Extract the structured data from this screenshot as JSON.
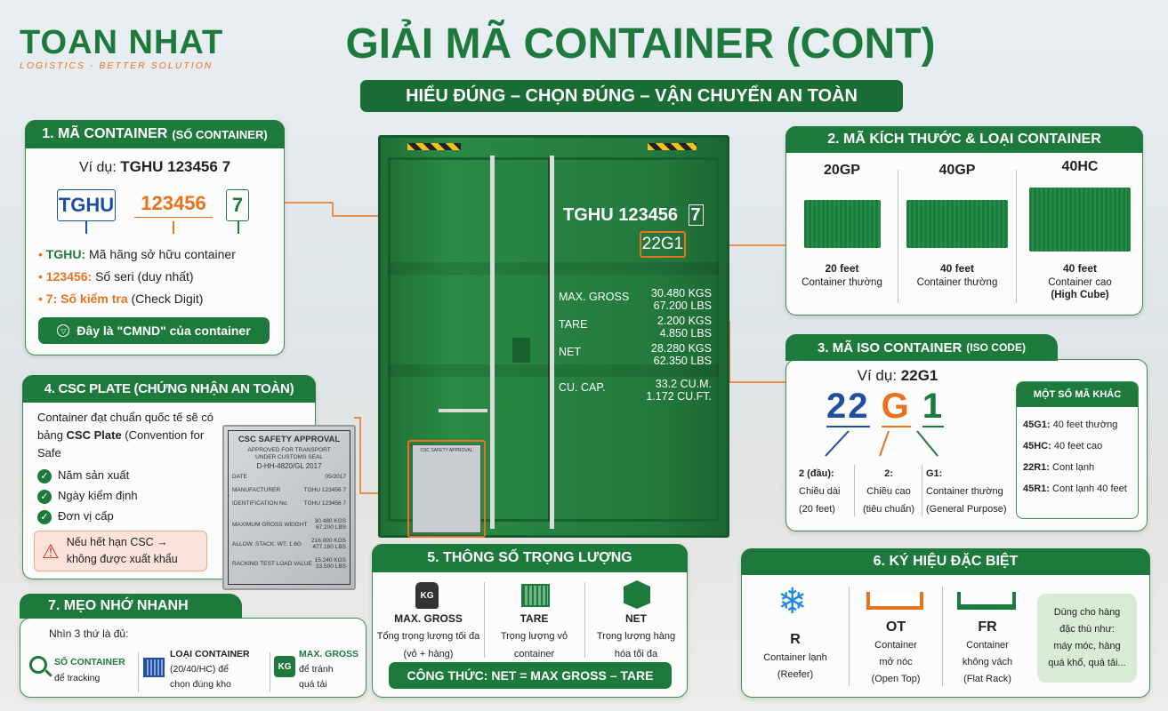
{
  "logo": {
    "name": "TOAN NHAT",
    "tagline": "LOGISTICS - BETTER SOLUTION"
  },
  "title": "GIẢI MÃ CONTAINER (CONT)",
  "subtitle": "HIỂU ĐÚNG – CHỌN ĐÚNG – VẬN CHUYỂN AN TOÀN",
  "colors": {
    "green": "#1e7a3c",
    "orange": "#e8731e",
    "blue": "#1f4fa0"
  },
  "s1": {
    "title": "1. MÃ CONTAINER",
    "title_small": "(SỐ CONTAINER)",
    "example_label": "Ví dụ:",
    "example": "TGHU 123456 7",
    "parts": [
      "TGHU",
      "123456",
      "7"
    ],
    "items": [
      {
        "key": "TGHU:",
        "text": "Mã hãng sở hữu container"
      },
      {
        "key": "123456:",
        "text": "Số seri (duy nhất)"
      },
      {
        "key": "7: Số kiểm tra",
        "text": "(Check Digit)"
      }
    ],
    "button": "Đây là \"CMND\" của container"
  },
  "s2": {
    "title": "2. MÃ KÍCH THƯỚC & LOẠI CONTAINER",
    "types": [
      {
        "code": "20GP",
        "size": "20 feet",
        "desc": "Container thường",
        "extra": ""
      },
      {
        "code": "40GP",
        "size": "40 feet",
        "desc": "Container thường",
        "extra": ""
      },
      {
        "code": "40HC",
        "size": "40 feet",
        "desc": "Container cao",
        "extra": "(High Cube)"
      }
    ]
  },
  "s3": {
    "title": "3. MÃ ISO CONTAINER",
    "title_small": "(ISO CODE)",
    "example_label": "Ví dụ:",
    "example": "22G1",
    "parts": [
      "22",
      "G",
      "1"
    ],
    "explain": [
      {
        "key": "2 (đầu):",
        "l1": "Chiều dài",
        "l2": "(20 feet)"
      },
      {
        "key": "2:",
        "l1": "Chiều cao",
        "l2": "(tiêu chuẩn)"
      },
      {
        "key": "G1:",
        "l1": "Container thường",
        "l2": "(General Purpose)"
      }
    ],
    "others_title": "MỘT SỐ MÃ KHÁC",
    "others": [
      {
        "code": "45G1:",
        "desc": "40 feet thường"
      },
      {
        "code": "45HC:",
        "desc": "40 feet cao"
      },
      {
        "code": "22R1:",
        "desc": "Cont lạnh"
      },
      {
        "code": "45R1:",
        "desc": "Cont lạnh 40 feet"
      }
    ]
  },
  "s4": {
    "title": "4. CSC PLATE (CHỨNG NHẬN AN TOÀN)",
    "intro1": "Container đạt chuẩn quốc tế sẽ có",
    "intro2a": "bảng ",
    "intro2b": "CSC Plate",
    "intro2c": " (Convention for Safe",
    "checks": [
      "Năm sản xuất",
      "Ngày kiểm định",
      "Đơn vị cấp"
    ],
    "warning1": "Nếu hết hạn CSC →",
    "warning2": "không được xuất khẩu",
    "plate": {
      "title": "CSC SAFETY APPROVAL",
      "l1": "APPROVED FOR TRANSPORT",
      "l2": "UNDER CUSTOMS SEAL",
      "l3": "D-HH-4820/GL 2017",
      "rows": [
        {
          "k": "DATE",
          "v1": "05/2017",
          "v2": ""
        },
        {
          "k": "MANUFACTURER",
          "v1": "TGHU 123456 7",
          "v2": ""
        },
        {
          "k": "IDENTIFICATION No.",
          "v1": "TGHU 123456 7",
          "v2": ""
        },
        {
          "k": "MAXIMUM GROSS WEIGHT",
          "v1": "30.480 KGS",
          "v2": "67.200 LBS"
        },
        {
          "k": "ALLOW. STACK. WT. 1.6G",
          "v1": "216.000 KGS",
          "v2": "477.160 LBS"
        },
        {
          "k": "RACKING TEST LOAD VALUE",
          "v1": "15.240 KGS",
          "v2": "33.500 LBS"
        }
      ]
    }
  },
  "s5": {
    "title": "5. THÔNG SỐ TRỌNG LƯỢNG",
    "items": [
      {
        "label": "MAX. GROSS",
        "l1": "Tổng trọng lượng tối đa",
        "l2": "(vỏ + hàng)"
      },
      {
        "label": "TARE",
        "l1": "Trọng lượng vỏ",
        "l2": "container"
      },
      {
        "label": "NET",
        "l1": "Trọng lượng hàng",
        "l2": "hóa tối đa"
      }
    ],
    "kg": "KG",
    "formula": "CÔNG THỨC: NET = MAX GROSS – TARE"
  },
  "s6": {
    "title": "6. KÝ HIỆU ĐẶC BIỆT",
    "items": [
      {
        "code": "R",
        "l1": "Container lạnh",
        "l2": "(Reefer)",
        "l3": ""
      },
      {
        "code": "OT",
        "l1": "Container",
        "l2": "mở nóc",
        "l3": "(Open Top)"
      },
      {
        "code": "FR",
        "l1": "Container",
        "l2": "không vách",
        "l3": "(Flat Rack)"
      }
    ],
    "note": [
      "Dùng cho hàng",
      "đặc thù như:",
      "máy móc, hàng",
      "quá khổ, quá tải..."
    ]
  },
  "s7": {
    "title": "7. MẸO NHỚ NHANH",
    "intro": "Nhìn 3 thứ là đủ:",
    "items": [
      {
        "key": "SỐ CONTAINER",
        "l1": "để tracking",
        "l2": ""
      },
      {
        "key": "LOẠI CONTAINER",
        "l1": "(20/40/HC) để",
        "l2": "chọn đúng kho"
      },
      {
        "key": "MAX. GROSS",
        "l1": "để tránh",
        "l2": "quá tải"
      }
    ],
    "kg": "KG"
  },
  "door": {
    "number": "TGHU 123456",
    "check": "7",
    "iso": "22G1",
    "rows": [
      {
        "k": "MAX. GROSS",
        "v1": "30.480 KGS",
        "v2": "67.200 LBS"
      },
      {
        "k": "TARE",
        "v1": "2.200 KGS",
        "v2": "4.850 LBS"
      },
      {
        "k": "NET",
        "v1": "28.280 KGS",
        "v2": "62.350 LBS"
      },
      {
        "k": "CU. CAP.",
        "v1": "33.2 CU.M.",
        "v2": "1.172 CU.FT."
      }
    ]
  }
}
